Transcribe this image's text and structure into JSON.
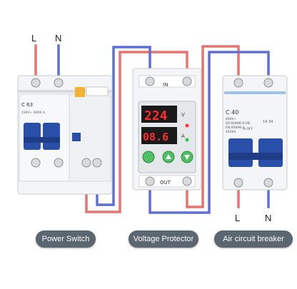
{
  "wires": {
    "top_left_L": "L",
    "top_left_N": "N",
    "bottom_right_L": "L",
    "bottom_right_N": "N"
  },
  "devices": {
    "power_switch": {
      "model": "C 63",
      "panel_text": "230V~ 6000 A"
    },
    "voltage_protector": {
      "in_label": "IN",
      "out_label": "OUT",
      "display_top": "224",
      "display_bottom": "08.6",
      "unit_top": "V",
      "unit_bottom": "A"
    },
    "air_breaker": {
      "model": "C 40",
      "spec_lines": [
        "400V~",
        "IEC60898-1",
        "EN 60898-1",
        "4500A"
      ],
      "on_label": "I-ON",
      "off_label": "O-OFF",
      "terminals": "14  34"
    }
  },
  "captions": {
    "power_switch": "Power Switch",
    "voltage_protector": "Voltage Protector",
    "air_breaker": "Air circuit breaker"
  },
  "colors": {
    "live_wire": "#e8736f",
    "neutral_wire": "#5f6fd6",
    "toggle_blue": "#2a4fa8",
    "display_red": "#ff2a2a",
    "caption_bg": "#5b6670"
  }
}
